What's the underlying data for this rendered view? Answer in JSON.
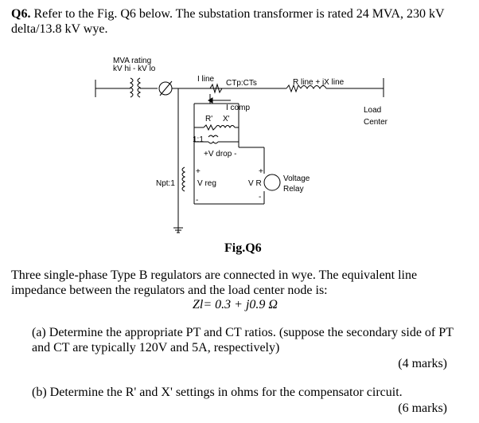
{
  "question": {
    "number": "Q6.",
    "intro_line1": "Refer to the Fig. Q6 below. The substation transformer is rated 24 MVA, 230 kV",
    "intro_line2": "delta/13.8 kV wye."
  },
  "diagram": {
    "mva_rating": "MVA rating",
    "kv_hi_lo": "kV hi - kV lo",
    "i_line": "I line",
    "ctp_cts": "CTp:CTs",
    "r_line_jx": "R line + jX line",
    "load": "Load",
    "center": "Center",
    "i_comp": "I comp",
    "r_prime": "R'",
    "x_prime": "X'",
    "ratio_1_1": "1:1",
    "v_drop": "+V drop -",
    "npt": "Npt:1",
    "v_reg": "V reg",
    "plus_left": "+",
    "minus_left": "-",
    "vr": "V R",
    "plus_right": "+",
    "minus_right": "-",
    "voltage": "Voltage",
    "relay": "Relay"
  },
  "figure_caption": "Fig.Q6",
  "body": {
    "line1": "Three single-phase Type B regulators are connected in wye. The equivalent line impedance between the regulators and the load center node is:",
    "formula": "Zl= 0.3 + j0.9 Ω"
  },
  "part_a": {
    "text": "(a) Determine the appropriate PT and CT ratios. (suppose the secondary side of PT and CT are typically 120V and 5A, respectively)",
    "marks": "(4 marks)"
  },
  "part_b": {
    "text": "(b) Determine the R' and X' settings in ohms for the compensator circuit.",
    "marks": "(6 marks)"
  }
}
